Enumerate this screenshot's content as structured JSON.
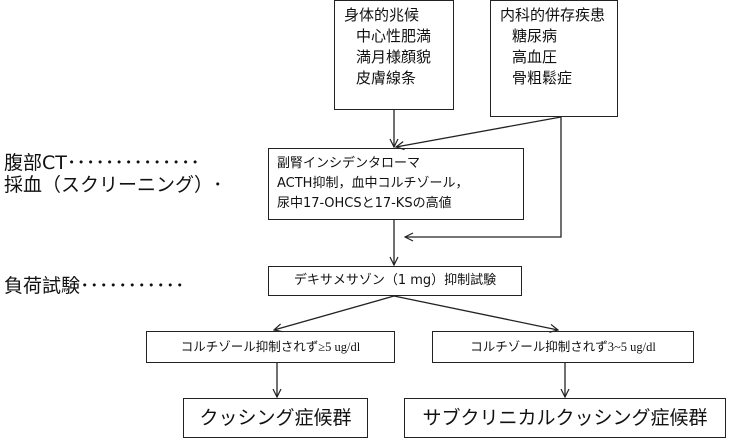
{
  "stages": {
    "ct": "腹部CT･･････････････",
    "blood": "採血（スクリーニング）･",
    "load": "負荷試験･･･････････"
  },
  "boxes": {
    "symptoms": {
      "title": "身体的兆候",
      "items": [
        "中心性肥満",
        "満月様顔貌",
        "皮膚線条"
      ]
    },
    "comorbidities": {
      "title": "内科的併存疾患",
      "items": [
        "糖尿病",
        "高血圧",
        "骨粗鬆症"
      ]
    },
    "incidentaloma": {
      "lines": [
        "副腎インシデンタローマ",
        "ACTH抑制，血中コルチゾール，",
        "尿中17-OHCSと17-KSの高値"
      ]
    },
    "dex_test": {
      "label": "デキサメサゾン（1 mg）抑制試験"
    },
    "cortisol_high": {
      "label_jp": "コルチゾール抑制されず",
      "label_value": "≥5 ug/dl"
    },
    "cortisol_mid": {
      "label_jp": "コルチゾール抑制されず",
      "label_value": "3~5 ug/dl"
    },
    "cushing": {
      "label": "クッシング症候群"
    },
    "subclinical": {
      "label": "サブクリニカルクッシング症候群"
    }
  }
}
